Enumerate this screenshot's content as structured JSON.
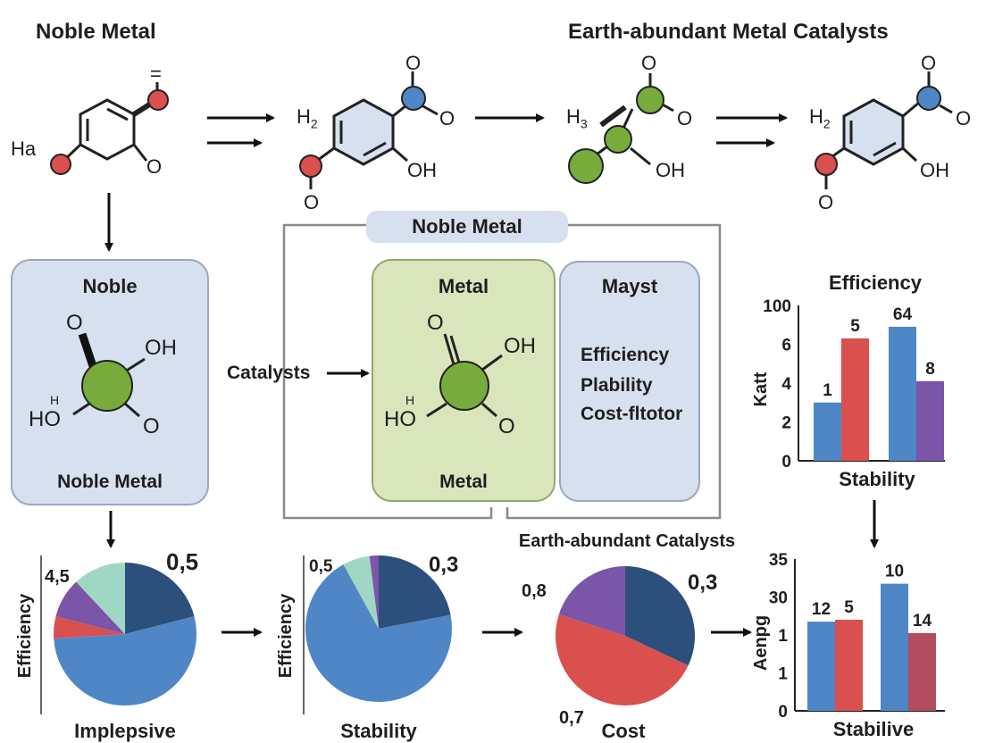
{
  "headers": {
    "left": "Noble Metal",
    "right": "Earth-abundant Metal Catalysts"
  },
  "molecules": {
    "m1": {
      "left_label": "Ha",
      "top_label": "=",
      "right_label": "O"
    },
    "m2": {
      "top_label": "O",
      "side_label": "O",
      "h_label": "H",
      "h_sub": "2",
      "oh_label": "OH",
      "bottom_label": "O"
    },
    "m3": {
      "top_label": "O",
      "side_label": "O",
      "h_label": "H",
      "h_sub": "3",
      "oh_label": "OH"
    },
    "m4": {
      "top_label": "O",
      "side_label": "O",
      "h_label": "H",
      "h_sub": "2",
      "oh_label": "OH",
      "bottom_label": "O"
    }
  },
  "noble_box": {
    "title": "Noble",
    "bottom": "Noble Metal",
    "o_top": "O",
    "oh_top": "OH",
    "h_small": "H",
    "ho_left": "HO",
    "o_bottom": "O"
  },
  "center_frame": {
    "tag": "Noble Metal",
    "input_label": "Catalysts",
    "metal_box": {
      "title": "Metal",
      "bottom": "Metal",
      "o_top": "O",
      "oh_top": "OH",
      "h_small": "H",
      "ho_left": "HO",
      "o_bottom": "O"
    },
    "mayst_box": {
      "title": "Mayst",
      "items": [
        "Efficiency",
        "Plability",
        "Cost-fltotor"
      ]
    }
  },
  "colors": {
    "blue": "#4f86c6",
    "red": "#d9504f",
    "green": "#77ab3c",
    "purple": "#7a55a8",
    "navy": "#2c4f7c",
    "mint": "#9fd6c4",
    "panel_blue": "#d6e0ef",
    "panel_green": "#d9e6bc"
  },
  "chart_data": [
    {
      "type": "bar",
      "title": "Efficiency",
      "ylabel": "Katt",
      "xlabel": "Stability",
      "ylim": [
        0,
        8
      ],
      "yticks": [
        "0",
        "2",
        "4",
        "6",
        "100"
      ],
      "bars": [
        {
          "value": 3.0,
          "label": "1",
          "color": "#4f86c6"
        },
        {
          "value": 6.3,
          "label": "5",
          "color": "#d9504f"
        },
        {
          "value": 6.9,
          "label": "64",
          "color": "#4f86c6"
        },
        {
          "value": 4.1,
          "label": "8",
          "color": "#7a55a8"
        }
      ]
    },
    {
      "type": "bar",
      "title": "",
      "ylabel": "Aenpg",
      "xlabel": "Stabilive",
      "ylim": [
        0,
        4
      ],
      "yticks": [
        "0",
        "1",
        "1",
        "30",
        "35"
      ],
      "bars": [
        {
          "value": 2.35,
          "label": "12",
          "color": "#4f86c6"
        },
        {
          "value": 2.4,
          "label": "5",
          "color": "#d9504f"
        },
        {
          "value": 3.35,
          "label": "10",
          "color": "#4f86c6"
        },
        {
          "value": 2.05,
          "label": "14",
          "color": "#b14d5e"
        }
      ]
    },
    {
      "type": "pie",
      "title": "",
      "ylabel": "Efficiency",
      "xlabel": "Implepsive",
      "annotations": [
        "4,5",
        "0,5"
      ],
      "slices": [
        {
          "value": 21,
          "color": "#2c4f7c"
        },
        {
          "value": 53,
          "color": "#4f86c6"
        },
        {
          "value": 5,
          "color": "#d9504f"
        },
        {
          "value": 9,
          "color": "#7a55a8"
        },
        {
          "value": 12,
          "color": "#9fd6c4"
        }
      ]
    },
    {
      "type": "pie",
      "title": "",
      "ylabel": "Efficiency",
      "xlabel": "Stability",
      "annotations": [
        "0,5",
        "0,3"
      ],
      "slices": [
        {
          "value": 22,
          "color": "#2c4f7c"
        },
        {
          "value": 70,
          "color": "#4f86c6"
        },
        {
          "value": 6,
          "color": "#9fd6c4"
        },
        {
          "value": 2,
          "color": "#7a55a8"
        }
      ]
    },
    {
      "type": "pie",
      "title": "Earth-abundant Catalysts",
      "xlabel": "Cost",
      "annotations": [
        "0,8",
        "0,3",
        "0,7"
      ],
      "slices": [
        {
          "value": 32,
          "color": "#2c4f7c"
        },
        {
          "value": 48,
          "color": "#d9504f"
        },
        {
          "value": 20,
          "color": "#7a55a8"
        }
      ]
    }
  ]
}
